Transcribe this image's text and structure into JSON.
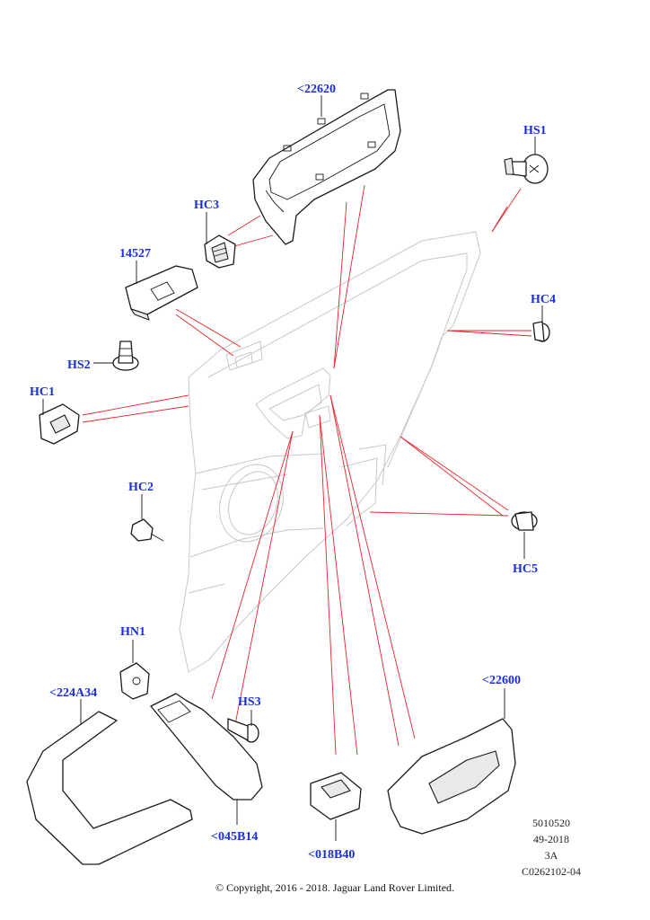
{
  "diagram": {
    "callouts": [
      {
        "id": "22620",
        "text": "<22620"
      },
      {
        "id": "HS1",
        "text": "HS1"
      },
      {
        "id": "HC3",
        "text": "HC3"
      },
      {
        "id": "14527",
        "text": "14527"
      },
      {
        "id": "HC4",
        "text": "HC4"
      },
      {
        "id": "HS2",
        "text": "HS2"
      },
      {
        "id": "HC1",
        "text": "HC1"
      },
      {
        "id": "HC2",
        "text": "HC2"
      },
      {
        "id": "HC5",
        "text": "HC5"
      },
      {
        "id": "HN1",
        "text": "HN1"
      },
      {
        "id": "224A34",
        "text": "<224A34"
      },
      {
        "id": "HS3",
        "text": "HS3"
      },
      {
        "id": "22600",
        "text": "<22600"
      },
      {
        "id": "045B14",
        "text": "<045B14"
      },
      {
        "id": "018B40",
        "text": "<018B40"
      }
    ],
    "reference": {
      "line1": "5010520",
      "line2": "49-2018",
      "line3": "3A",
      "line4": "C0262102-04"
    },
    "copyright": "© Copyright, 2016 - 2018. Jaguar Land Rover Limited.",
    "colors": {
      "callout": "#1a2fd6",
      "leader_lines": "#e2262c",
      "outline": "#c8c8c8"
    }
  }
}
